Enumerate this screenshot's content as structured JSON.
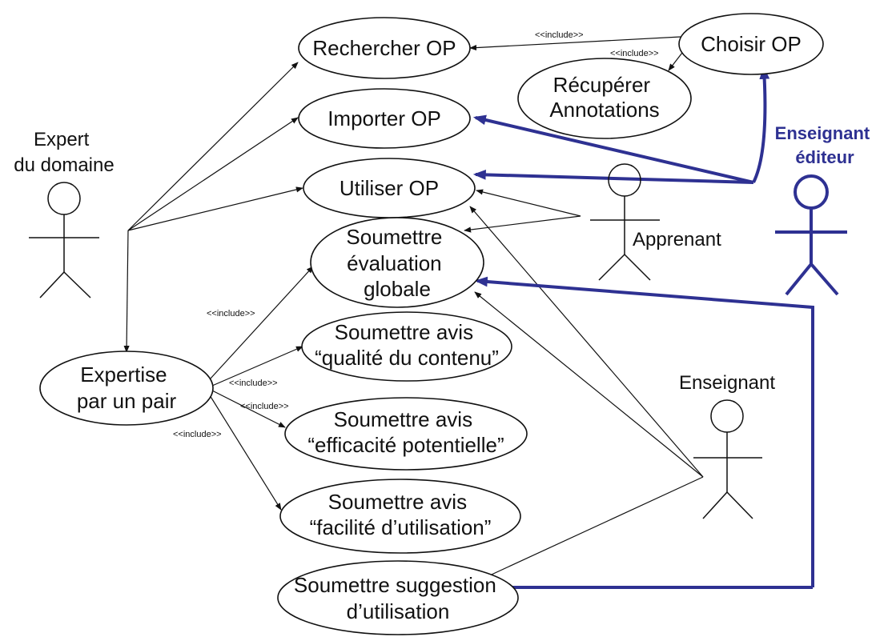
{
  "actors": {
    "expert": [
      "Expert",
      "du domaine"
    ],
    "apprenant": "Apprenant",
    "enseignant": "Enseignant",
    "enseignant_editeur": [
      "Enseignant",
      "éditeur"
    ]
  },
  "use_cases": {
    "rechercher": [
      "Rechercher OP"
    ],
    "choisir": [
      "Choisir OP"
    ],
    "recuperer": [
      "Récupérer",
      "Annotations"
    ],
    "importer": [
      "Importer OP"
    ],
    "utiliser": [
      "Utiliser OP"
    ],
    "soumettre_evaluation": [
      "Soumettre",
      "évaluation",
      "globale"
    ],
    "avis_qualite": [
      "Soumettre avis",
      "“qualité du contenu”"
    ],
    "expertise": [
      "Expertise",
      "par un pair"
    ],
    "avis_efficacite": [
      "Soumettre avis",
      "“efficacité potentielle”"
    ],
    "avis_facilite": [
      "Soumettre avis",
      "“facilité d’utilisation”"
    ],
    "suggestion": [
      "Soumettre suggestion",
      "d’utilisation"
    ]
  },
  "include_labels": {
    "choisir_rechercher": "<<include>>",
    "choisir_recuperer": "<<include>>",
    "expertise_evaluation": "<<include>>",
    "expertise_qualite": "<<include>>",
    "expertise_efficacite": "<<include>>",
    "expertise_facilite": "<<include>>"
  },
  "colors": {
    "line": "#111111",
    "highlight": "#2e3192",
    "background": "#ffffff"
  }
}
